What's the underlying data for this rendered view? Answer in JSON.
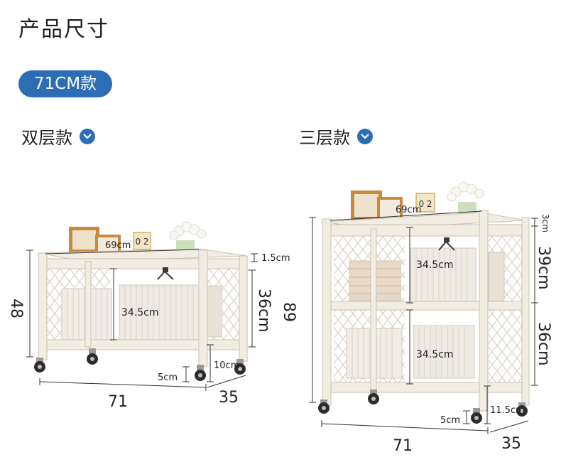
{
  "page_title": "产品尺寸",
  "size_badge": "71CM款",
  "colors": {
    "accent": "#2d6db5",
    "frame": "#f2ede3",
    "frame_edge": "#c9c2b3"
  },
  "two_tier": {
    "label": "双层款",
    "shelf_width": "69cm",
    "top_thickness": "1.5cm",
    "total_height": "48",
    "tier_height": "36cm",
    "inner_height": "34.5cm",
    "leg_height": "10cm",
    "wheel_gap": "5cm",
    "width": "71",
    "depth": "35"
  },
  "three_tier": {
    "label": "三层款",
    "shelf_width": "69cm",
    "top_thickness": "3cm",
    "total_height": "89",
    "upper_tier_height": "39cm",
    "lower_tier_height": "36cm",
    "upper_inner_height": "34.5cm",
    "lower_inner_height": "34.5cm",
    "leg_height": "11.5cm",
    "wheel_gap": "5cm",
    "width": "71",
    "depth": "35"
  }
}
